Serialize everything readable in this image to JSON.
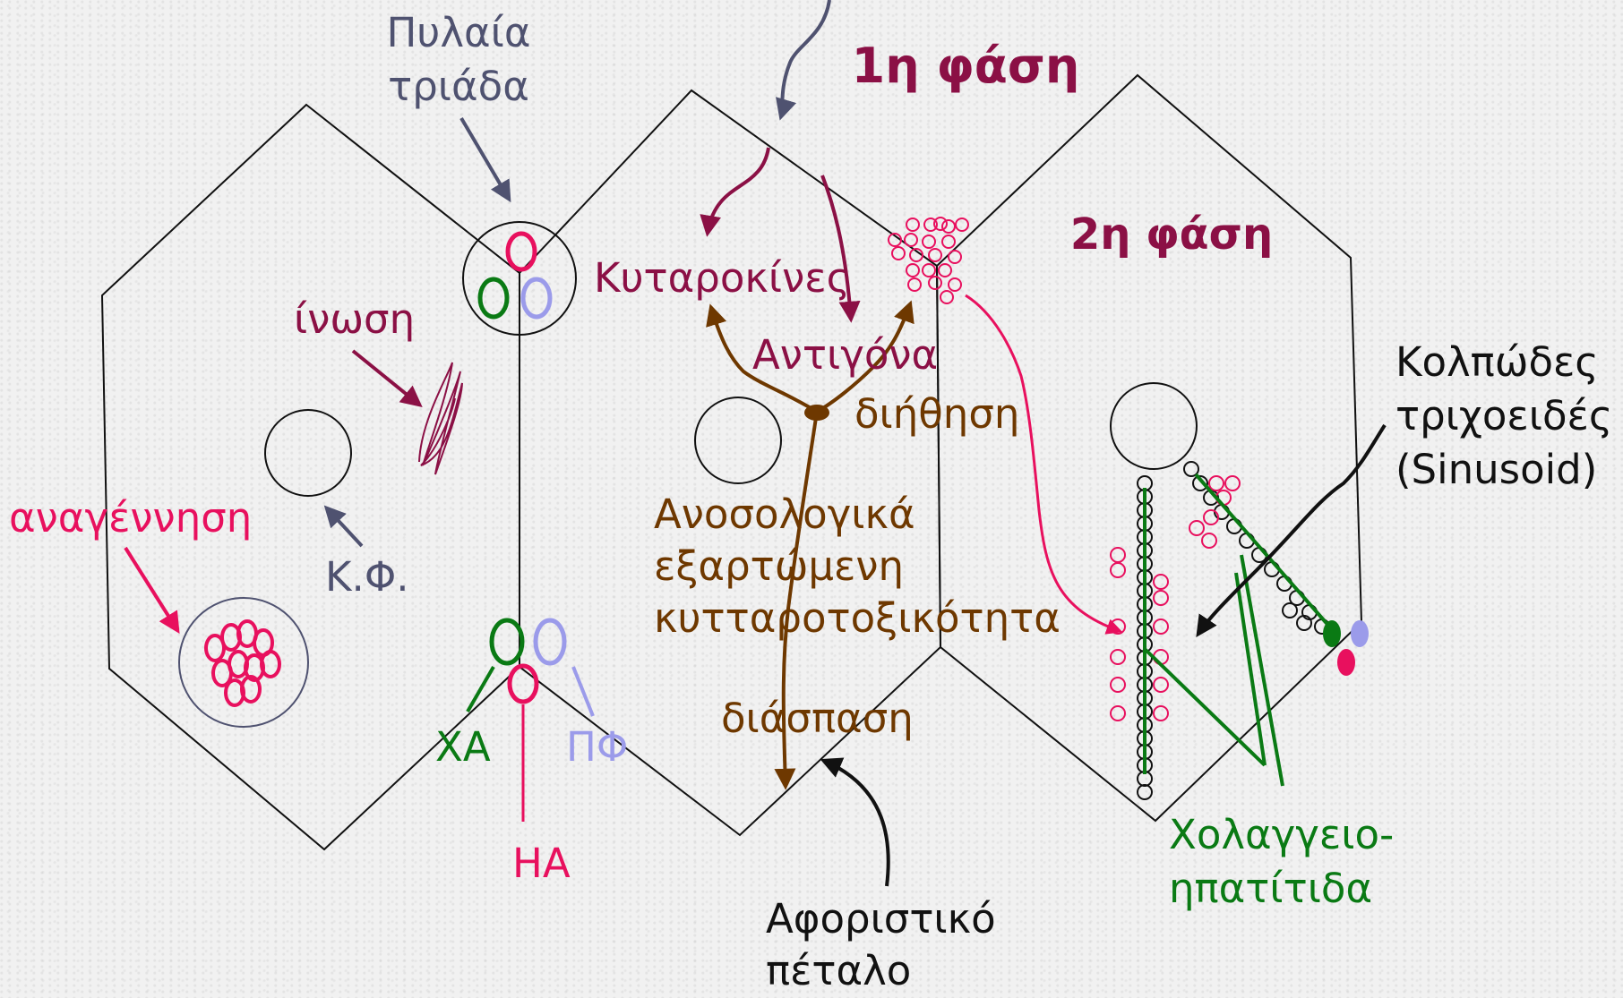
{
  "labels": {
    "portal_triad_line1": "Πυλαία",
    "portal_triad_line2": "τριάδα",
    "phase1": "1η φάση",
    "phase2": "2η φάση",
    "fibrosis": "ίνωση",
    "cytokines": "Κυταροκίνες",
    "antigens": "Αντιγόνα",
    "diffusion": "διήθηση",
    "regeneration": "αναγέννηση",
    "central_vein": "Κ.Φ.",
    "immune_line1": "Ανοσολογικά",
    "immune_line2": "εξαρτώμενη",
    "immune_line3": "κυτταροτοξικότητα",
    "disruption": "διάσπαση",
    "bile_duct": "ΧΑ",
    "portal_vein": "ΠΦ",
    "hepatic_artery": "ΗΑ",
    "limiting_plate_line1": "Αφοριστικό",
    "limiting_plate_line2": "πέταλο",
    "sinusoid_line1": "Κολπώδες",
    "sinusoid_line2": "τριχοειδές",
    "sinusoid_line3": "(Sinusoid)",
    "cholangio_line1": "Χολαγγειο-",
    "cholangio_line2": "ηπατίτιδα"
  },
  "colors": {
    "maroon": "#8b1045",
    "pink": "#e8105e",
    "green": "#0a7a14",
    "lavender": "#9b9bea",
    "slate": "#4f5270",
    "brown": "#6e3800",
    "black": "#111111"
  }
}
